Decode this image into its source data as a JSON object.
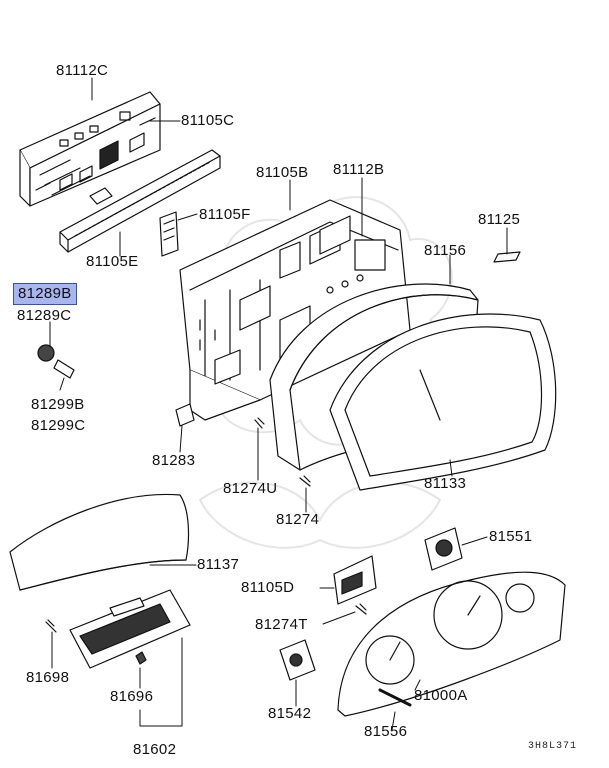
{
  "diagram": {
    "highlight_color": "#a9b5ee",
    "line_color": "#111111",
    "callouts": [
      {
        "id": "81112C",
        "text": "81112C"
      },
      {
        "id": "81105C",
        "text": "81105C"
      },
      {
        "id": "81105B",
        "text": "81105B"
      },
      {
        "id": "81112B",
        "text": "81112B"
      },
      {
        "id": "81105F",
        "text": "81105F"
      },
      {
        "id": "81125",
        "text": "81125"
      },
      {
        "id": "81105E",
        "text": "81105E"
      },
      {
        "id": "81156",
        "text": "81156"
      },
      {
        "id": "81289B",
        "text": "81289B",
        "highlighted": true
      },
      {
        "id": "81289C",
        "text": "81289C"
      },
      {
        "id": "81299B",
        "text": "81299B"
      },
      {
        "id": "81299C",
        "text": "81299C"
      },
      {
        "id": "81283",
        "text": "81283"
      },
      {
        "id": "81274U",
        "text": "81274U"
      },
      {
        "id": "81133",
        "text": "81133"
      },
      {
        "id": "81274",
        "text": "81274"
      },
      {
        "id": "81551",
        "text": "81551"
      },
      {
        "id": "81137",
        "text": "81137"
      },
      {
        "id": "81105D",
        "text": "81105D"
      },
      {
        "id": "81274T",
        "text": "81274T"
      },
      {
        "id": "81698",
        "text": "81698"
      },
      {
        "id": "81696",
        "text": "81696"
      },
      {
        "id": "81000A",
        "text": "81000A"
      },
      {
        "id": "81542",
        "text": "81542"
      },
      {
        "id": "81556",
        "text": "81556"
      },
      {
        "id": "81602",
        "text": "81602"
      }
    ],
    "figure_code": "3H8L371"
  }
}
